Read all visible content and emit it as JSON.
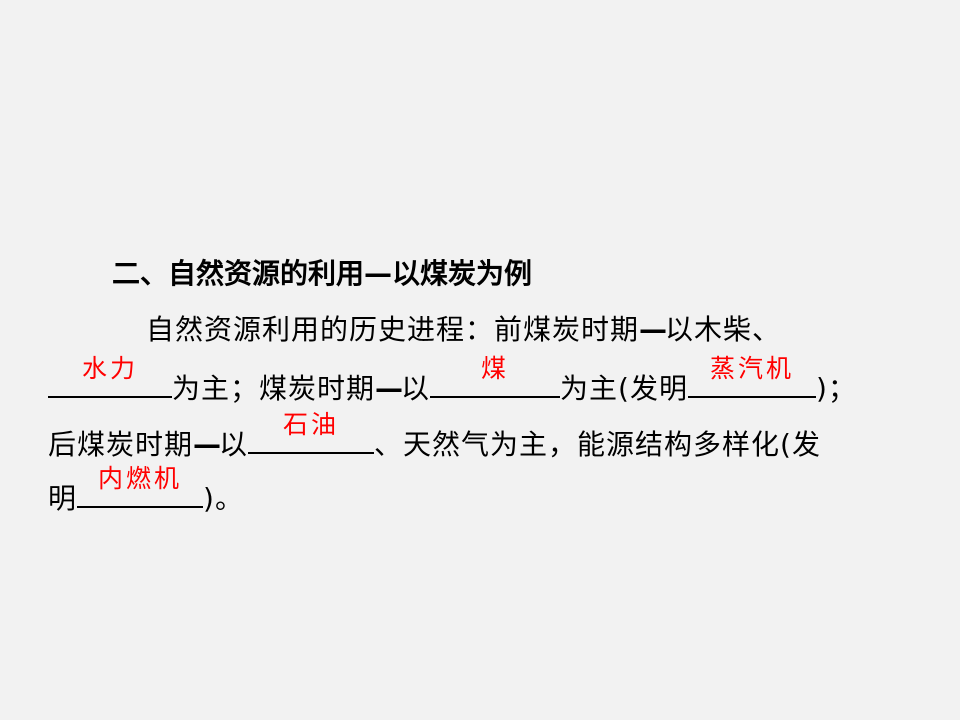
{
  "heading": "二、自然资源的利用—以煤炭为例",
  "para": {
    "l1_text": "自然资源利用的历史进程：前煤炭时期",
    "l1_dash": "—",
    "l1_tail": "以木柴、",
    "l2_seg1": "为主；煤炭时期",
    "l2_dash": "—",
    "l2_seg2": "以",
    "l2_seg3": "为主(发明",
    "l2_seg4": ")；",
    "l3_seg1": "后煤炭时期",
    "l3_dash": "—",
    "l3_seg2": "以",
    "l3_seg3": "、天然气为主，能源结构多样化(发",
    "l4_seg1": "明",
    "l4_seg2": ")。"
  },
  "answers": {
    "a1": "水力",
    "a2": "煤",
    "a3": "蒸汽机",
    "a4": "石油",
    "a5": "内燃机"
  },
  "colors": {
    "answer": "#ff0000",
    "background": "#f2f2f2",
    "text": "#000000"
  }
}
